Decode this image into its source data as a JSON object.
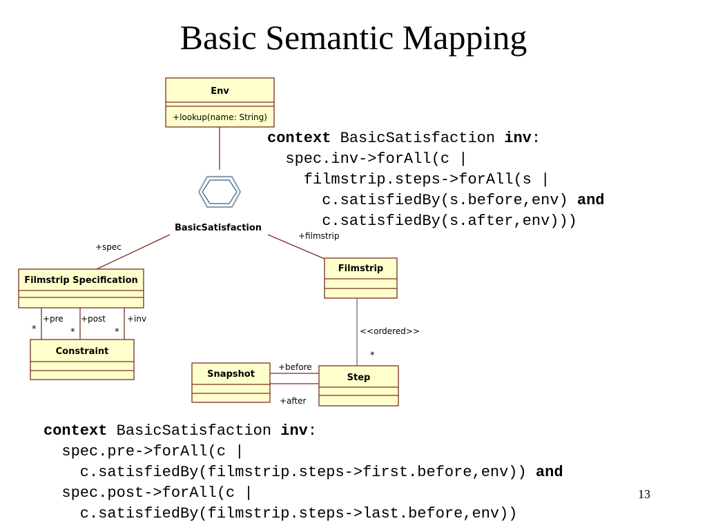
{
  "slide": {
    "title": "Basic Semantic Mapping",
    "page_number": "13"
  },
  "diagram": {
    "classes": {
      "env": {
        "name": "Env",
        "operation": "+lookup(name: String)"
      },
      "filmstrip_specification": {
        "name": "Filmstrip Specification"
      },
      "constraint": {
        "name": "Constraint"
      },
      "filmstrip": {
        "name": "Filmstrip"
      },
      "snapshot": {
        "name": "Snapshot"
      },
      "step": {
        "name": "Step"
      }
    },
    "association_class": "BasicSatisfaction",
    "roles": {
      "spec": "+spec",
      "filmstrip": "+filmstrip",
      "pre": "+pre",
      "post": "+post",
      "inv": "+inv",
      "before": "+before",
      "after": "+after"
    },
    "multiplicities": {
      "pre": "*",
      "post": "*",
      "inv": "*",
      "steps": "*"
    },
    "stereotype": "<<ordered>>"
  },
  "ocl_top": {
    "kw_context": "context",
    "context_class": " BasicSatisfaction ",
    "kw_inv": "inv",
    "colon": ":",
    "line2": "  spec.inv->forAll(c |",
    "line3": "    filmstrip.steps->forAll(s |",
    "line4": "      c.satisfiedBy(s.before,env) ",
    "kw_and": "and",
    "line5": "      c.satisfiedBy(s.after,env)))"
  },
  "ocl_bottom": {
    "kw_context": "context",
    "context_class": " BasicSatisfaction ",
    "kw_inv": "inv",
    "colon": ":",
    "line2": "  spec.pre->forAll(c |",
    "line3": "    c.satisfiedBy(filmstrip.steps->first.before,env)) ",
    "kw_and": "and",
    "line4": "  spec.post->forAll(c |",
    "line5": "    c.satisfiedBy(filmstrip.steps->last.before,env))"
  }
}
